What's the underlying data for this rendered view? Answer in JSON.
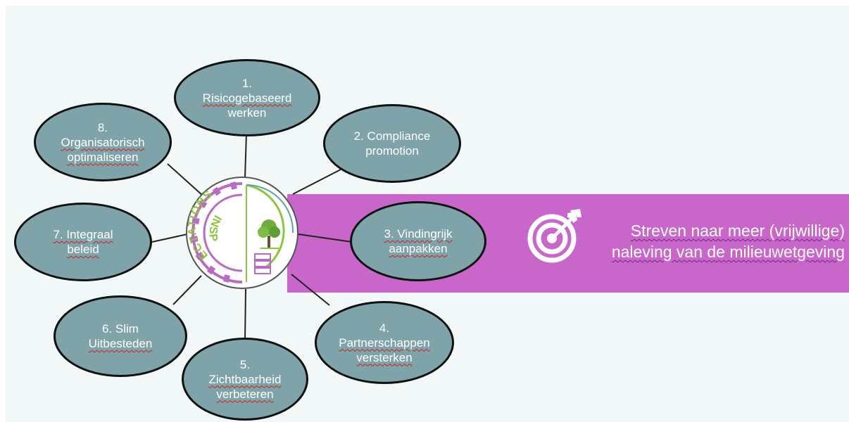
{
  "bubbles": [
    {
      "id": "1",
      "number": "1.",
      "lines": [
        "Risicogebaseerd",
        "werken"
      ]
    },
    {
      "id": "2",
      "lines": [
        "2. Compliance",
        "promotion"
      ]
    },
    {
      "id": "3",
      "lines": [
        "3. Vindingrijk",
        "aanpakken"
      ]
    },
    {
      "id": "4",
      "number": "4.",
      "lines": [
        "Partnerschappen",
        "versterken"
      ]
    },
    {
      "id": "5",
      "number": "5.",
      "lines": [
        "Zichtbaarheid",
        "verbeteren"
      ]
    },
    {
      "id": "6",
      "lines": [
        "6. Slim",
        "Uitbesteden"
      ]
    },
    {
      "id": "7",
      "lines": [
        "7. Integraal",
        "beleid"
      ]
    },
    {
      "id": "8",
      "number": "8.",
      "lines": [
        "Organisatorisch",
        "optimaliseren"
      ]
    }
  ],
  "hub": {
    "logo_text_top": "ECTATIONS",
    "logo_text_side": "INSP"
  },
  "goal": {
    "icon": "target-arrow-icon",
    "line1": "Streven naar meer (vrijwillige)",
    "line2": "naleving van de milieuwetgeving"
  },
  "colors": {
    "bubble": "#7ea3a8",
    "banner": "#c867c9",
    "background": "#f2f8f7",
    "gear": "#b96bc4",
    "logo_green": "#8cc63f"
  }
}
